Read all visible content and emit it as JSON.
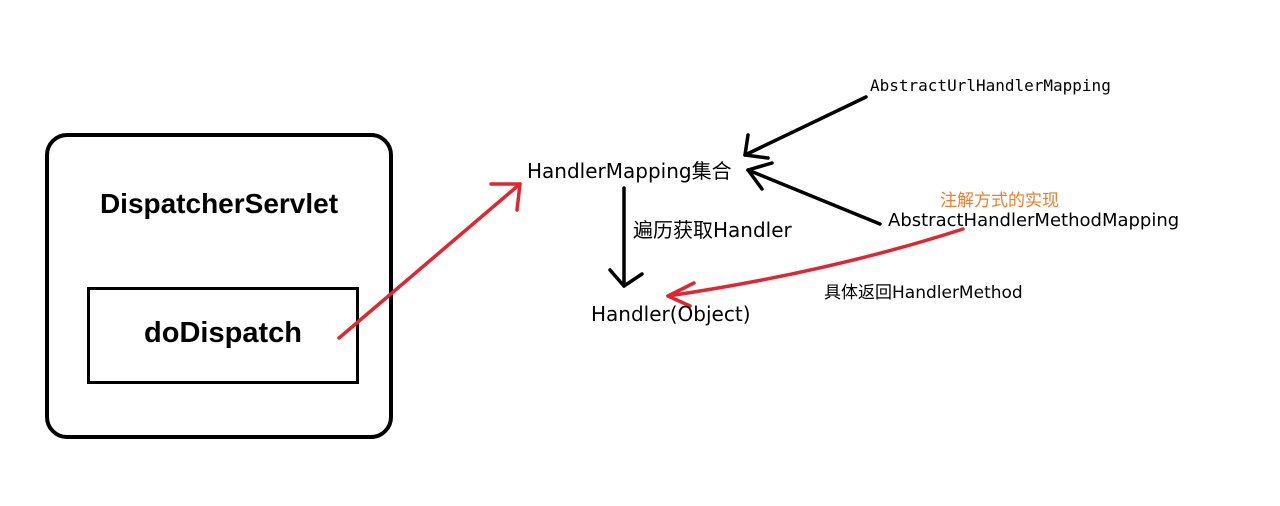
{
  "colors": {
    "ink": "#000000",
    "red_arrow": "#e0262e",
    "annotation": "#f07d2a"
  },
  "nodes": {
    "dispatcher_servlet": "DispatcherServlet",
    "do_dispatch": "doDispatch",
    "handler_mapping_set": "HandlerMapping集合",
    "handler_object": "Handler(Object)",
    "abstract_url_handler_mapping": "AbstractUrlHandlerMapping",
    "abstract_handler_method_mapping": "AbstractHandlerMethodMapping"
  },
  "edges": {
    "traverse_label": "遍历获取Handler",
    "returns_label": "具体返回HandlerMethod",
    "annotation_label": "注解方式的实现"
  }
}
